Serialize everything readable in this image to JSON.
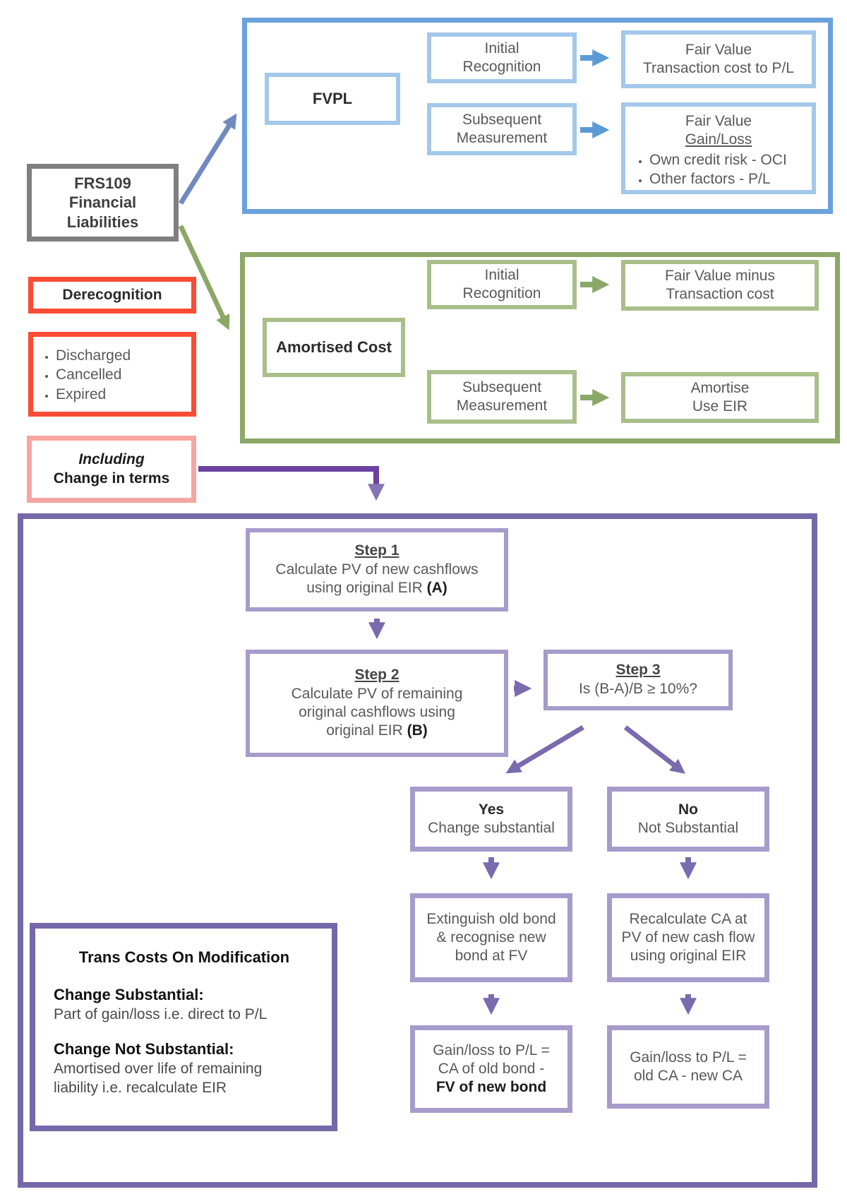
{
  "colors": {
    "blue_outer": "#6BA2DC",
    "blue_light": "#A3C8EA",
    "blue_arrow": "#5B9BD5",
    "steel_arrow": "#7289C0",
    "green": "#8BA867",
    "green_light": "#A9BF8B",
    "gray_border": "#7F7F7F",
    "red": "#FA4B35",
    "pink": "#F7A5A0",
    "purple_dark": "#7568A8",
    "purple_light": "#A79BCC",
    "purple_arrow": "#7A6AAE",
    "purple_connector": "#6C41A0",
    "purple_connector_head": "#8474B4",
    "text_gray": "#595959",
    "text_dark": "#1c1c1c"
  },
  "frs109": {
    "label": "FRS109\nFinancial\nLiabilities"
  },
  "blue_section": {
    "fvpl_label": "FVPL",
    "initial_recognition": "Initial\nRecognition",
    "initial_result": "Fair Value\nTransaction cost to P/L",
    "subsequent_measurement": "Subsequent\nMeasurement",
    "subsequent_result_title": "Fair Value",
    "subsequent_result_subtitle": "Gain/Loss",
    "subsequent_result_bullets": [
      "Own credit risk - OCI",
      "Other factors - P/L"
    ]
  },
  "green_section": {
    "amortised_label": "Amortised Cost",
    "initial_recognition": "Initial\nRecognition",
    "initial_result": "Fair Value minus\nTransaction cost",
    "subsequent_measurement": "Subsequent\nMeasurement",
    "subsequent_result": "Amortise\nUse EIR"
  },
  "derecognition": {
    "title": "Derecognition",
    "bullets": [
      "Discharged",
      "Cancelled",
      "Expired"
    ],
    "including_line1": "Including",
    "including_line2": "Change in terms"
  },
  "modification": {
    "step1": {
      "title": "Step 1",
      "body": "Calculate PV of new cashflows\nusing original EIR ",
      "bold": "(A)"
    },
    "step2": {
      "title": "Step 2",
      "body": "Calculate PV of remaining\noriginal cashflows using\noriginal EIR ",
      "bold": "(B)"
    },
    "step3": {
      "title": "Step 3",
      "body": "Is (B-A)/B ≥ 10%?"
    },
    "yes_box": {
      "title": "Yes",
      "body": "Change substantial"
    },
    "no_box": {
      "title": "No",
      "body": "Not Substantial"
    },
    "yes_action": "Extinguish old bond\n& recognise new\nbond at FV",
    "no_action": "Recalculate CA at\nPV of new cash flow\nusing original EIR",
    "yes_result": {
      "body": "Gain/loss to P/L =\nCA of old bond -",
      "bold": "FV of new bond"
    },
    "no_result": "Gain/loss to P/L =\nold CA - new CA",
    "trans_costs": {
      "title": "Trans Costs On Modification",
      "h1": "Change Substantial:",
      "t1": "Part of gain/loss i.e. direct to P/L",
      "h2": "Change Not Substantial:",
      "t2": "Amortised over life of remaining\nliability i.e. recalculate EIR"
    }
  }
}
